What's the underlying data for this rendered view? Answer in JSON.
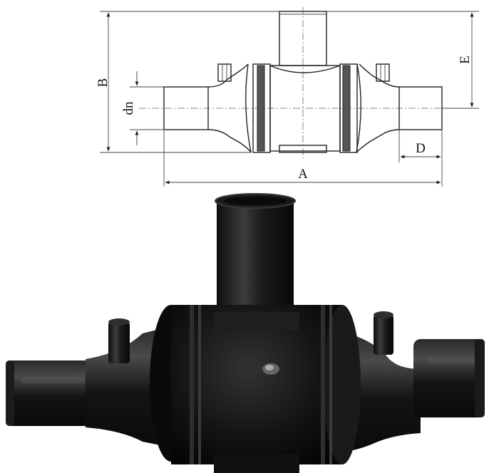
{
  "dimension_labels": {
    "A": "A",
    "B": "B",
    "D": "D",
    "E": "E",
    "dn": "dn"
  },
  "colors": {
    "line": "#222222",
    "body": "#111111",
    "highlight": "#3a3a3a",
    "background": "#ffffff"
  }
}
